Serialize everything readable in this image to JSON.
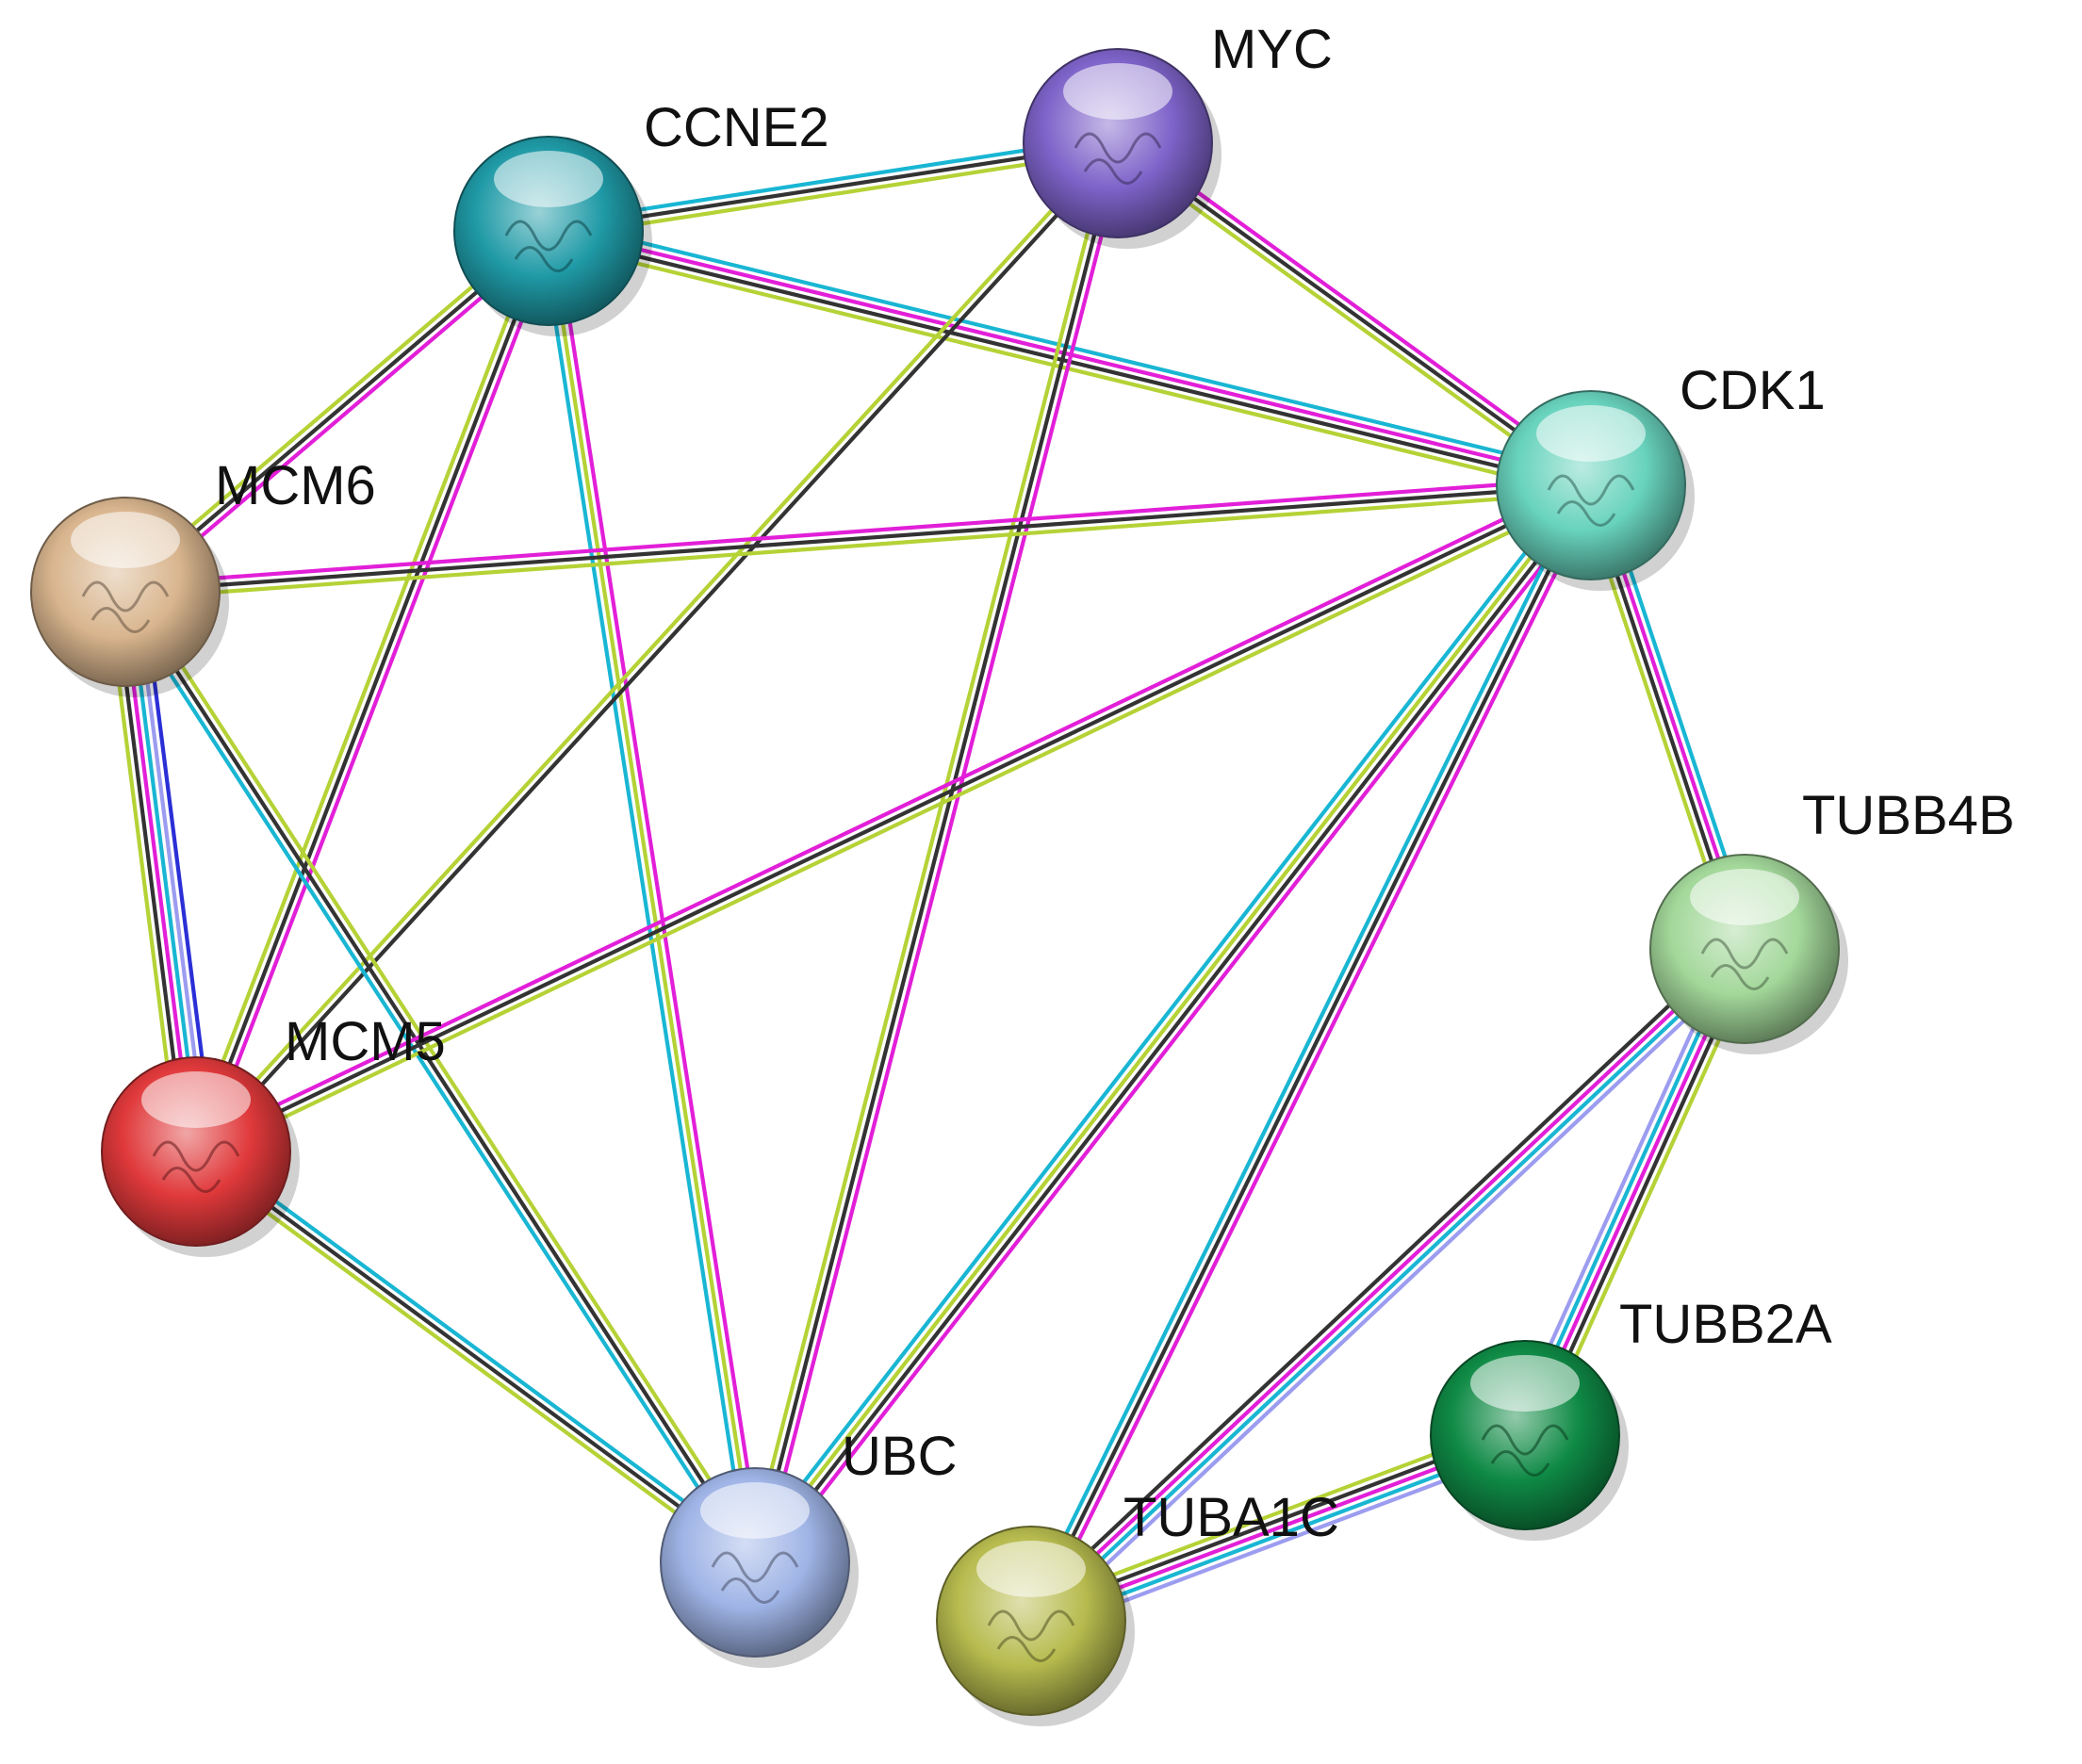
{
  "network": {
    "nodes": [
      {
        "id": "MYC",
        "label": "MYC",
        "color": "#7e63c9"
      },
      {
        "id": "CCNE2",
        "label": "CCNE2",
        "color": "#1f9aa6"
      },
      {
        "id": "CDK1",
        "label": "CDK1",
        "color": "#68d3bd"
      },
      {
        "id": "MCM6",
        "label": "MCM6",
        "color": "#d9b58e"
      },
      {
        "id": "MCM5",
        "label": "MCM5",
        "color": "#e0393b"
      },
      {
        "id": "TUBB4B",
        "label": "TUBB4B",
        "color": "#a3d89a"
      },
      {
        "id": "TUBB2A",
        "label": "TUBB2A",
        "color": "#0f8a45"
      },
      {
        "id": "UBC",
        "label": "UBC",
        "color": "#9fb4e6"
      },
      {
        "id": "TUBA1C",
        "label": "TUBA1C",
        "color": "#b7bb4e"
      }
    ],
    "edges": [
      {
        "source": "CCNE2",
        "target": "MYC",
        "evidence": [
          "cyan",
          "black",
          "green"
        ]
      },
      {
        "source": "CCNE2",
        "target": "CDK1",
        "evidence": [
          "cyan",
          "magenta",
          "black",
          "green"
        ]
      },
      {
        "source": "CCNE2",
        "target": "MCM6",
        "evidence": [
          "magenta",
          "black",
          "green"
        ]
      },
      {
        "source": "CCNE2",
        "target": "MCM5",
        "evidence": [
          "magenta",
          "black",
          "green"
        ]
      },
      {
        "source": "CCNE2",
        "target": "UBC",
        "evidence": [
          "magenta",
          "green",
          "cyan"
        ]
      },
      {
        "source": "MYC",
        "target": "CDK1",
        "evidence": [
          "magenta",
          "black",
          "green"
        ]
      },
      {
        "source": "MYC",
        "target": "MCM5",
        "evidence": [
          "black",
          "green"
        ]
      },
      {
        "source": "MYC",
        "target": "UBC",
        "evidence": [
          "magenta",
          "black",
          "green"
        ]
      },
      {
        "source": "MCM6",
        "target": "CDK1",
        "evidence": [
          "magenta",
          "black",
          "green"
        ]
      },
      {
        "source": "MCM6",
        "target": "MCM5",
        "evidence": [
          "blue",
          "lavender",
          "cyan",
          "magenta",
          "black",
          "green"
        ]
      },
      {
        "source": "MCM6",
        "target": "UBC",
        "evidence": [
          "green",
          "black",
          "cyan"
        ]
      },
      {
        "source": "MCM5",
        "target": "CDK1",
        "evidence": [
          "magenta",
          "black",
          "green"
        ]
      },
      {
        "source": "MCM5",
        "target": "UBC",
        "evidence": [
          "cyan",
          "black",
          "green"
        ]
      },
      {
        "source": "CDK1",
        "target": "UBC",
        "evidence": [
          "magenta",
          "black",
          "green",
          "cyan"
        ]
      },
      {
        "source": "CDK1",
        "target": "TUBA1C",
        "evidence": [
          "magenta",
          "black",
          "cyan"
        ]
      },
      {
        "source": "CDK1",
        "target": "TUBB4B",
        "evidence": [
          "cyan",
          "magenta",
          "black",
          "green"
        ]
      },
      {
        "source": "TUBB4B",
        "target": "TUBA1C",
        "evidence": [
          "lavender",
          "cyan",
          "magenta",
          "black"
        ]
      },
      {
        "source": "TUBB4B",
        "target": "TUBB2A",
        "evidence": [
          "green",
          "black",
          "magenta",
          "cyan",
          "lavender"
        ]
      },
      {
        "source": "TUBB2A",
        "target": "TUBA1C",
        "evidence": [
          "lavender",
          "cyan",
          "magenta",
          "black",
          "green"
        ]
      }
    ],
    "evidence_colors": {
      "cyan": "#19b6d3",
      "magenta": "#e21fd8",
      "black": "#333333",
      "green": "#b5d236",
      "blue": "#2b2fd6",
      "lavender": "#9c9cf0"
    }
  }
}
